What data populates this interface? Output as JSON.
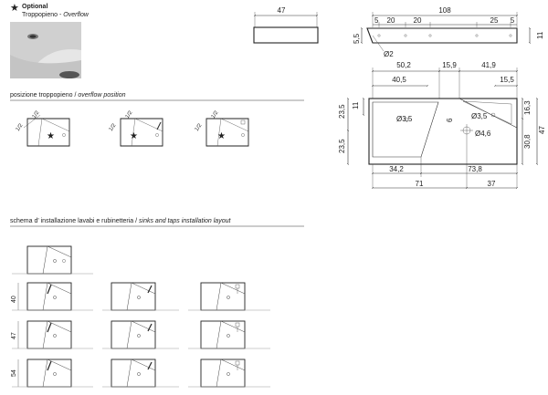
{
  "optional": {
    "star": "★",
    "title": "Optional",
    "subtitle_it": "Troppopieno - ",
    "subtitle_en": "Overflow"
  },
  "overflow_section": {
    "title_it": "posizione troppopieno / ",
    "title_en": "overflow position",
    "half_label": "1/2"
  },
  "install_section": {
    "title_it": "schema d' installazione lavabi e rubinetteria / ",
    "title_en": "sinks and taps installation layout",
    "row_labels": [
      "40",
      "47",
      "54"
    ]
  },
  "front_view": {
    "width": "47"
  },
  "side_view": {
    "length": "108",
    "segments": [
      "5",
      "20",
      "20",
      "25",
      "5"
    ],
    "height": "11",
    "depth_a": "5,5",
    "hole": "Ø2"
  },
  "top_view": {
    "top_left": "50,2",
    "top_left_inner": "40,5",
    "gap": "15,9",
    "top_right": "41,9",
    "right_inner": "15,5",
    "hole_left": "Ø3,5",
    "hole_right": "Ø3,5",
    "drain": "Ø4,6",
    "six": "6",
    "eleven": "11",
    "left_upper": "23,5",
    "left_lower": "23,5",
    "right_upper": "16,3",
    "right_lower": "30,8",
    "right_total": "47",
    "bottom_a": "34,2",
    "bottom_b": "73,8",
    "bottom_c": "71",
    "bottom_d": "37"
  },
  "icons": [
    "star-icon",
    "tap-icon",
    "drain-icon",
    "overflow-icon"
  ]
}
